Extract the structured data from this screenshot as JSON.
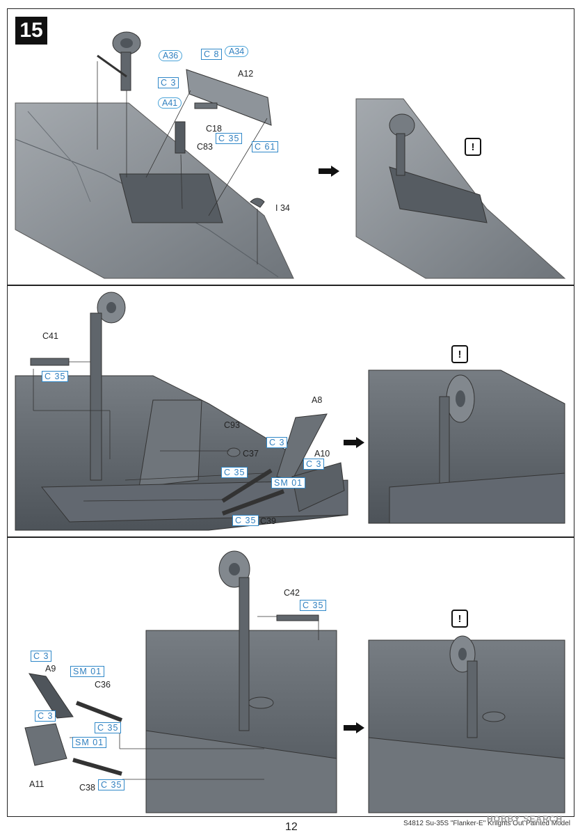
{
  "step": {
    "number": "15"
  },
  "panel1": {
    "labels": {
      "a36": "A36",
      "c8": "C 8",
      "a34": "A34",
      "a12": "A12",
      "c3": "C 3",
      "a41": "A41",
      "c18": "C18",
      "c35": "C 35",
      "c61": "C 61",
      "c83": "C83",
      "i34": "I 34"
    }
  },
  "panel2": {
    "labels": {
      "c41": "C41",
      "c35a": "C 35",
      "a8": "A8",
      "c93": "C93",
      "c3a": "C 3",
      "c37": "C37",
      "a10": "A10",
      "c3b": "C 3",
      "c35b": "C 35",
      "sm01": "SM 01",
      "c35c": "C 35",
      "c39": "C39"
    }
  },
  "panel3": {
    "labels": {
      "c42": "C42",
      "c35a": "C 35",
      "c3a": "C 3",
      "a9": "A9",
      "sm01a": "SM 01",
      "c36": "C36",
      "c35b": "C 35",
      "c3b": "C 3",
      "sm01b": "SM 01",
      "a11": "A11",
      "c38": "C38",
      "c35c": "C 35"
    }
  },
  "warning_symbol": "!",
  "page_number": "12",
  "footer": "S4812 Su-35S \"Flanker-E\" Knights Out Painted Model",
  "watermark": "HOBBY SEARCH",
  "colors": {
    "aircraft": "#8f949a",
    "aircraft_dark": "#5f656c",
    "part_box": "#2e87c8"
  }
}
